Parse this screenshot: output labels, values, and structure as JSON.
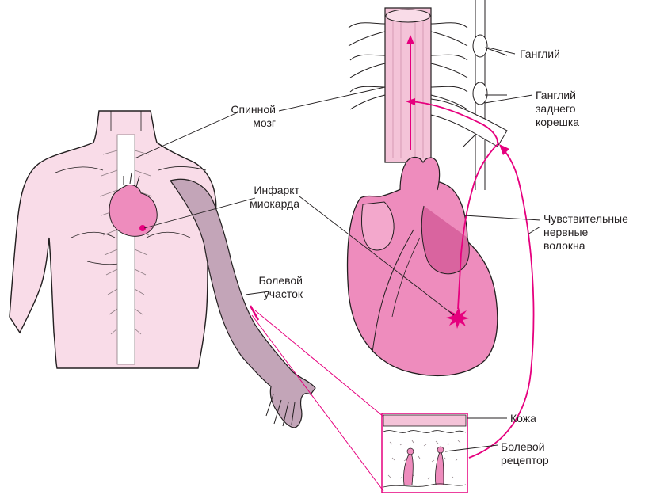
{
  "labels": {
    "spinal_cord": "Спинной\nмозг",
    "infarct": "Инфаркт\nмиокарда",
    "pain_area": "Болевой\nучасток",
    "ganglion": "Ганглий",
    "dorsal_root_ganglion": "Ганглий\nзаднего\nкорешка",
    "sensory_fibers": "Чувствительные\nнервные\nволокна",
    "skin": "Кожа",
    "pain_receptor": "Болевой\nрецептор"
  },
  "colors": {
    "skin": "#f9dce8",
    "heart": "#ee8cbd",
    "heart_dark": "#d9649f",
    "arm_pain": "#c3a5b8",
    "nerve": "#e6007e",
    "outline": "#231f20",
    "spine": "#f4c3d8"
  }
}
